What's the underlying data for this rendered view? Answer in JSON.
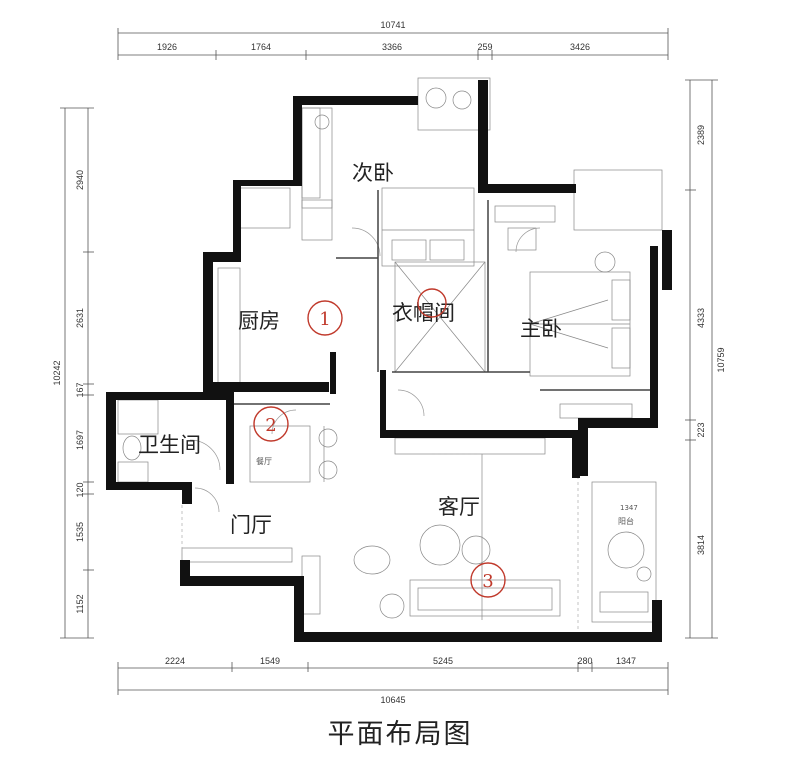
{
  "title": "平面布局图",
  "dimensions": {
    "top_total": "10741",
    "top_segments": [
      "1926",
      "1764",
      "3366",
      "259",
      "3426"
    ],
    "bottom_total": "10645",
    "bottom_segments": [
      "2224",
      "1549",
      "5245",
      "280",
      "1347"
    ],
    "left_total": "10242",
    "left_segments": [
      "2940",
      "2631",
      "167",
      "1697",
      "120",
      "1535",
      "1152"
    ],
    "right_total": "10759",
    "right_segments": [
      "2389",
      "4333",
      "223",
      "3814"
    ]
  },
  "rooms": {
    "kitchen": "厨房",
    "second_bedroom": "次卧",
    "walk_in_closet": "衣帽间",
    "master_bedroom": "主卧",
    "bathroom": "卫生间",
    "dining": "餐厅",
    "entrance": "门厅",
    "living_room": "客厅",
    "balcony": "阳台",
    "balcony_width": "1347"
  },
  "markers": [
    "1",
    "2",
    "3"
  ],
  "colors": {
    "wall": "#111111",
    "marker": "#c0392b",
    "line": "#777777"
  }
}
